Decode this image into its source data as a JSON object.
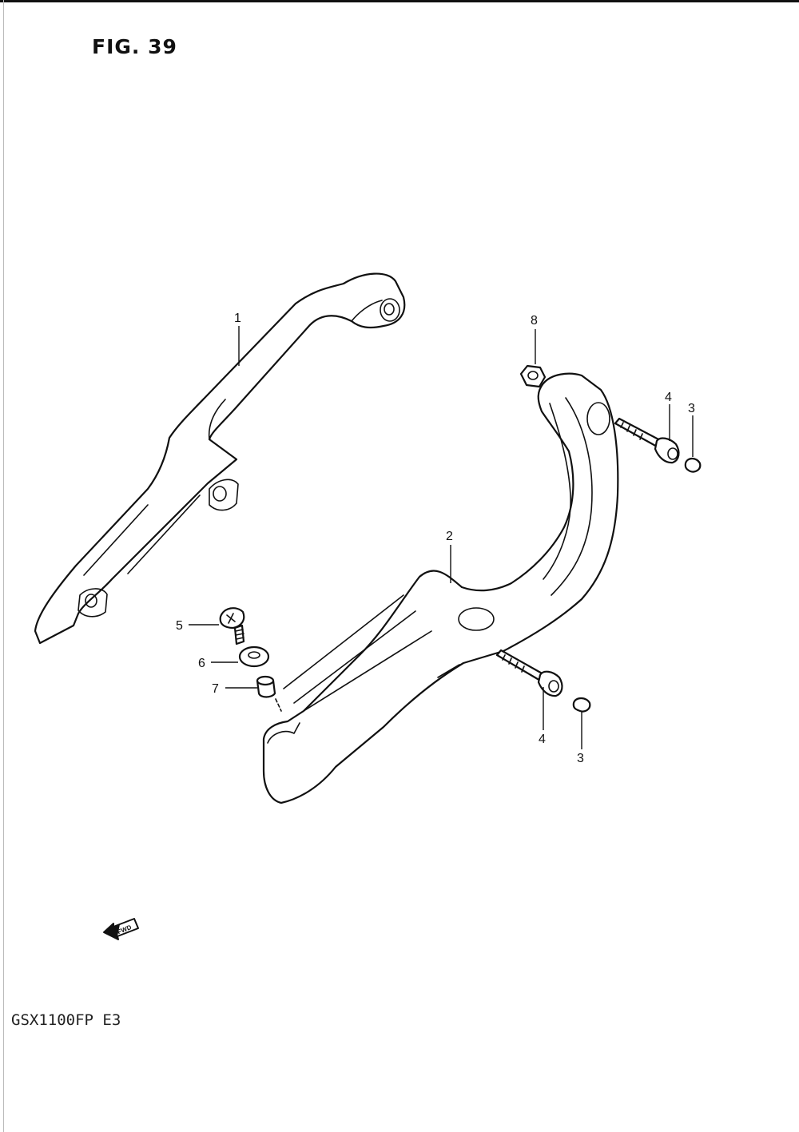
{
  "figure": {
    "title": "FIG. 39"
  },
  "model": {
    "code": "GSX1100FP  E3"
  },
  "direction_arrow": {
    "label": "FWD"
  },
  "callouts": [
    {
      "id": "1",
      "label": "1"
    },
    {
      "id": "2",
      "label": "2"
    },
    {
      "id": "3a",
      "label": "3"
    },
    {
      "id": "3b",
      "label": "3"
    },
    {
      "id": "4a",
      "label": "4"
    },
    {
      "id": "4b",
      "label": "4"
    },
    {
      "id": "5",
      "label": "5"
    },
    {
      "id": "6",
      "label": "6"
    },
    {
      "id": "7",
      "label": "7"
    },
    {
      "id": "8",
      "label": "8"
    }
  ]
}
